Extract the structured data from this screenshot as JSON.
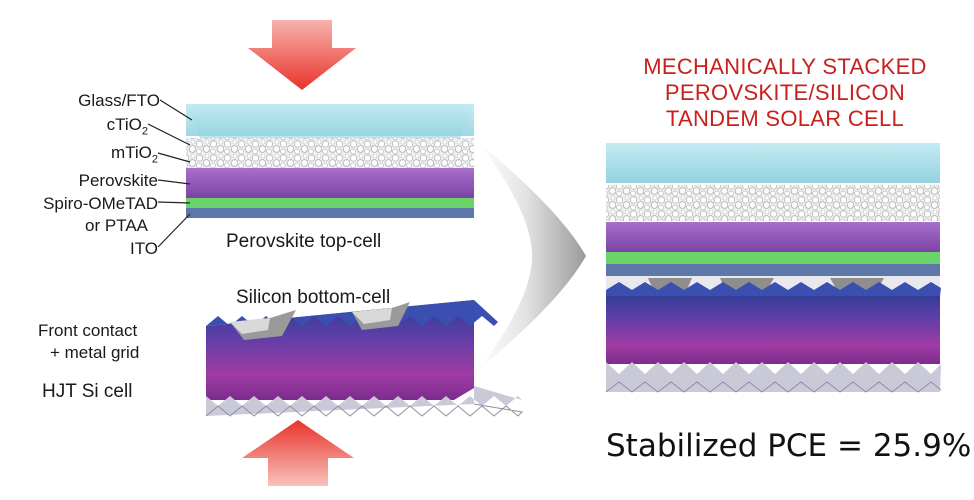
{
  "left_labels": {
    "glass_fto": "Glass/FTO",
    "ctio2_main": "cTiO",
    "ctio2_sub": "2",
    "mtio2_main": "mTiO",
    "mtio2_sub": "2",
    "perovskite": "Perovskite",
    "spiro": "Spiro-OMeTAD",
    "ptaa": "or PTAA",
    "ito": "ITO",
    "top_cell": "Perovskite top-cell",
    "bottom_cell": "Silicon bottom-cell",
    "front_contact_1": "Front contact",
    "front_contact_2": "+ metal grid",
    "hjt": "HJT Si cell"
  },
  "title": {
    "line1": "MECHANICALLY STACKED",
    "line2": "PEROVSKITE/SILICON",
    "line3": "TANDEM SOLAR CELL"
  },
  "result": "Stabilized PCE = 25.9%",
  "colors": {
    "title": "#c8201e",
    "glass": "#a9dde8",
    "perovskite": "#8a4fb5",
    "spiro": "#6ad36a",
    "ito": "#5d78a8",
    "silicon_blue": "#2b3f95",
    "silicon_purple": "#8b3aa6",
    "silicon_base": "#c9c9d8",
    "arrow_red": "#e8403a",
    "big_arrow": "#b8b8b8"
  }
}
